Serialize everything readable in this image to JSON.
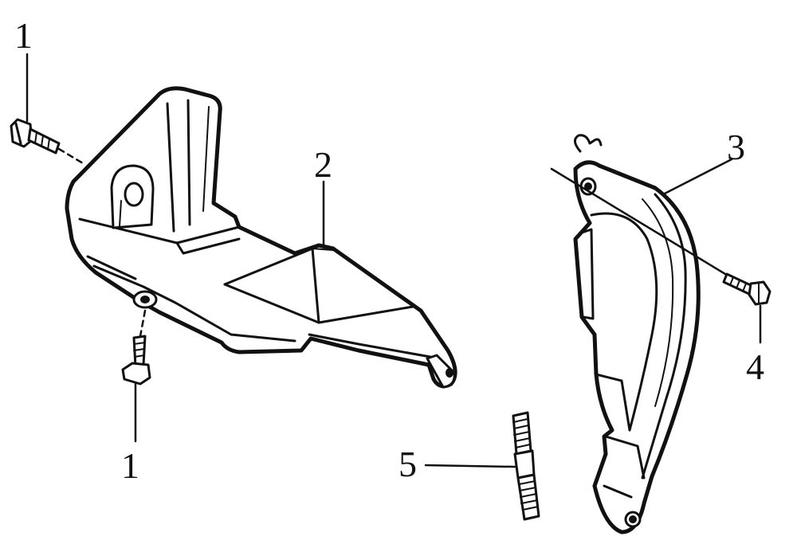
{
  "callouts": {
    "c1_top": "1",
    "c1_bottom": "1",
    "c2": "2",
    "c3": "3",
    "c4": "4",
    "c5": "5"
  },
  "colors": {
    "line": "#111111",
    "background": "#ffffff"
  }
}
